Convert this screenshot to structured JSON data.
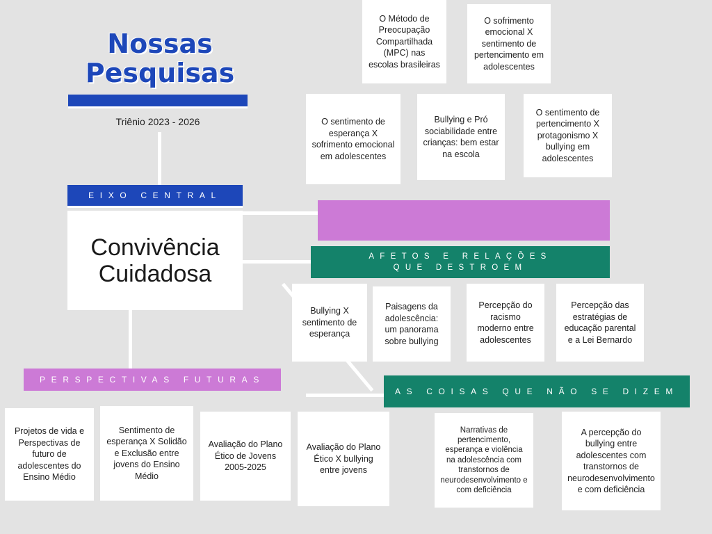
{
  "header": {
    "title_line1": "Nossas",
    "title_line2": "Pesquisas",
    "subtitle": "Triênio 2023 - 2026"
  },
  "central": {
    "label": "Eixo Central",
    "title_line1": "Convivência",
    "title_line2": "Cuidadosa"
  },
  "branches": {
    "pink_right": "",
    "green_top_line1": "Afetos e Relações",
    "green_top_line2": "que destroem",
    "pink_left": "Perspectivas futuras",
    "green_bottom": "As coisas que não se dizem"
  },
  "cards_top": [
    "O Método de Preocupação Compartilhada (MPC) nas escolas brasileiras",
    "O sofrimento emocional X sentimento de pertencimento em adolescentes"
  ],
  "cards_upper": [
    "O sentimento de esperança X sofrimento emocional em adolescentes",
    "Bullying e Pró sociabilidade entre crianças: bem estar na escola",
    "O sentimento de pertencimento X protagonismo X bullying em adolescentes"
  ],
  "cards_middle": [
    "Bullying X sentimento de esperança",
    "Paisagens da adolescência: um panorama sobre bullying",
    "Percepção do racismo moderno entre adolescentes",
    "Percepção das estratégias de educação parental e a Lei Bernardo"
  ],
  "cards_bottom_left": [
    "Projetos de vida e Perspectivas de futuro de adolescentes do Ensino Médio",
    "Sentimento de esperança X Solidão e Exclusão entre jovens do Ensino Médio",
    "Avaliação do Plano Ético de Jovens 2005-2025",
    "Avaliação do Plano Ético X bullying entre jovens"
  ],
  "cards_bottom_right": [
    "Narrativas de pertencimento, esperança e violência na adolescência com transtornos de neurodesenvolvimento e com deficiência",
    "A percepção do bullying entre adolescentes com transtornos de neurodesenvolvimento e com deficiência"
  ],
  "colors": {
    "background": "#e3e3e3",
    "blue": "#1d47b9",
    "pink": "#cc7ad6",
    "green": "#14826a",
    "card": "#ffffff"
  }
}
